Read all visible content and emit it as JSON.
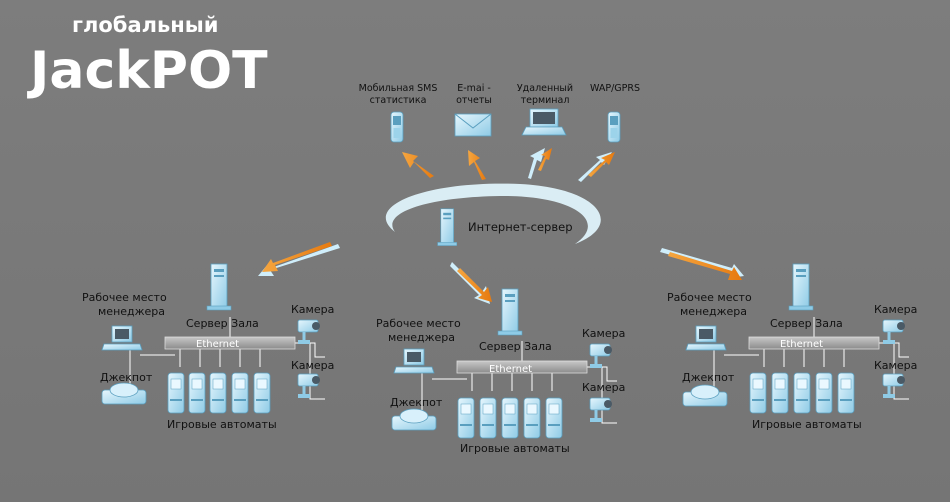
{
  "brand": {
    "subtitle": "глобальный",
    "title": "JackPOT"
  },
  "services": [
    {
      "line1": "Мобильная SMS",
      "line2": "статистика",
      "icon": "mobile-phone-icon"
    },
    {
      "line1": "E-mai -",
      "line2": "отчеты",
      "icon": "envelope-icon"
    },
    {
      "line1": "Удаленный",
      "line2": "терминал",
      "icon": "laptop-icon"
    },
    {
      "line1": "WAP/GPRS",
      "line2": "",
      "icon": "mobile-phone-icon"
    }
  ],
  "internet_server": "Интернет-сервер",
  "halls": [
    {
      "workstation_line1": "Рабочее место",
      "workstation_line2": "менеджера",
      "server": "Сервер Зала",
      "ethernet": "Ethernet",
      "jackpot": "Джекпот",
      "machines": "Игровые автоматы",
      "camera1": "Камера",
      "camera2": "Камера"
    },
    {
      "workstation_line1": "Рабочее место",
      "workstation_line2": "менеджера",
      "server": "Сервер Зала",
      "ethernet": "Ethernet",
      "jackpot": "Джекпот",
      "machines": "Игровые автоматы",
      "camera1": "Камера",
      "camera2": "Камера"
    },
    {
      "workstation_line1": "Рабочее место",
      "workstation_line2": "менеджера",
      "server": "Сервер Зала",
      "ethernet": "Ethernet",
      "jackpot": "Джекпот",
      "machines": "Игровые автоматы",
      "camera1": "Камера",
      "camera2": "Камера"
    }
  ],
  "colors": {
    "background": "#7a7a7a",
    "device": "#bfe6f7",
    "device_dark": "#6fb8d8",
    "arrow_orange": "#f08a1c",
    "arrow_blue": "#bfe6f7",
    "ethernet_bar": "#a9a9a9"
  }
}
